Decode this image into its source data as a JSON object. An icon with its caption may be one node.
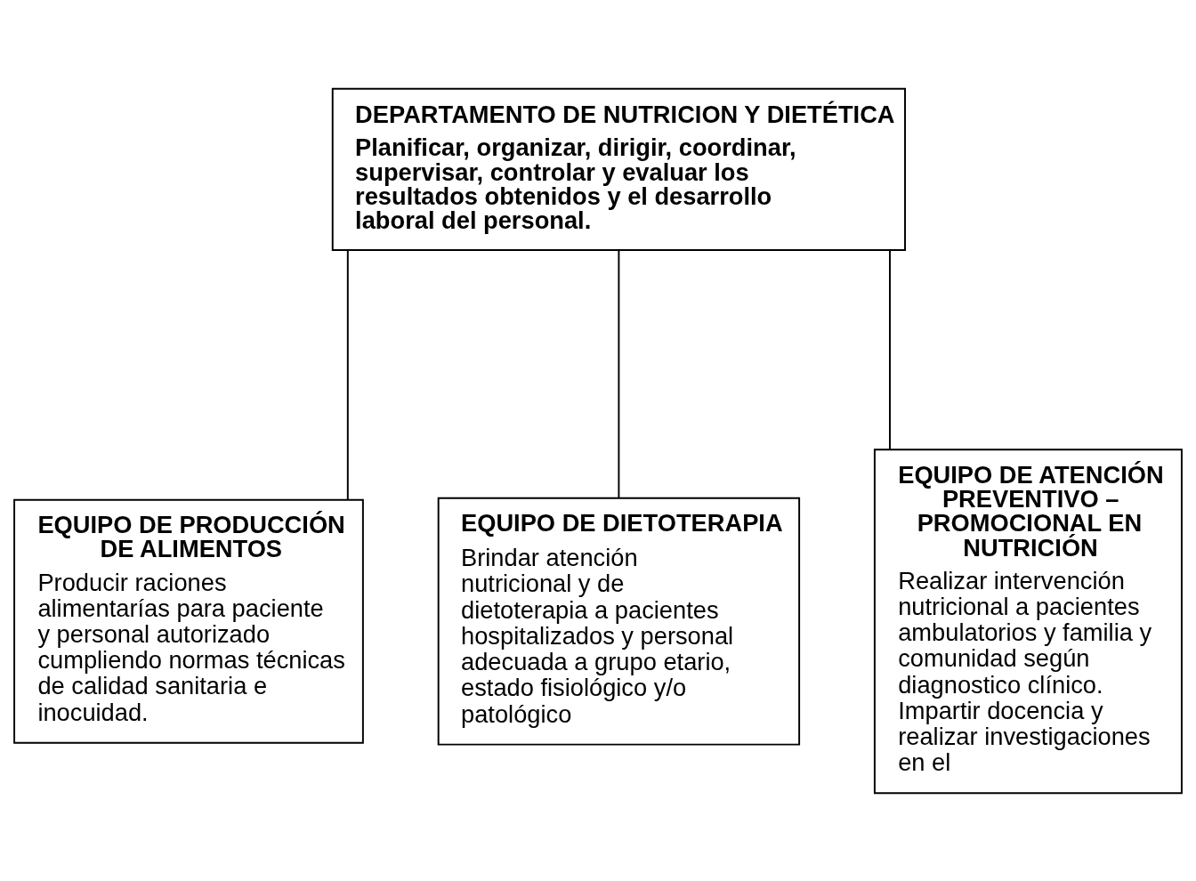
{
  "diagram": {
    "nodes": [
      {
        "text": [
          "DEPARTAMENTO DE NUTRICION Y DIETÉTICA",
          "Planificar, organizar, dirigir, coordinar, supervisar, controlar y evaluar los resultados obtenidos y el desarrollo laboral del personal."
        ]
      },
      {
        "text": [
          "EQUIPO DE PRODUCCIÓN DE ALIMENTOS",
          "Producir raciones alimentarías para paciente y personal autorizado cumpliendo normas técnicas de calidad sanitaria e inocuidad."
        ]
      },
      {
        "text": [
          "EQUIPO DE DIETOTERAPIA",
          "Brindar atención nutricional y de dietoterapia a pacientes hospitalizados y personal adecuada a grupo etario, estado fisiológico y/o patológico"
        ]
      },
      {
        "text": [
          "EQUIPO DE ATENCIÓN PREVENTIVO – PROMOCIONAL EN NUTRICIÓN",
          "Realizar intervención nutricional a pacientes ambulatorios y familia y comunidad según diagnostico clínico. Impartir docencia y realizar investigaciones en el"
        ]
      }
    ],
    "edges": [
      {
        "from": 0,
        "to": 1,
        "arrow": "none"
      },
      {
        "from": 0,
        "to": 2,
        "arrow": "none"
      },
      {
        "from": 0,
        "to": 3,
        "arrow": "none"
      }
    ]
  }
}
